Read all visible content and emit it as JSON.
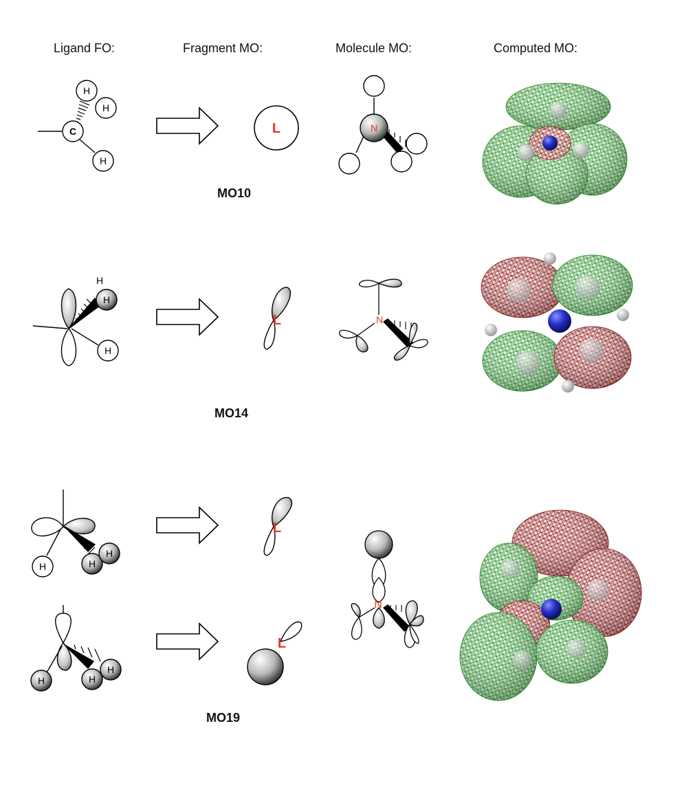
{
  "headers": {
    "ligand_fo": "Ligand FO:",
    "fragment_mo": "Fragment MO:",
    "molecule_mo": "Molecule MO:",
    "computed_mo": "Computed MO:"
  },
  "rows": [
    {
      "mo_label": "MO10"
    },
    {
      "mo_label": "MO14"
    },
    {
      "mo_label": "MO19"
    }
  ],
  "atom_labels": {
    "carbon": "C",
    "hydrogen": "H",
    "nitrogen": "N",
    "ligand": "L"
  },
  "colors": {
    "label_red": "#e8381c",
    "mesh_green": "#3fa23f",
    "mesh_red": "#a02222",
    "nitrogen_blue": "#2530c8"
  }
}
